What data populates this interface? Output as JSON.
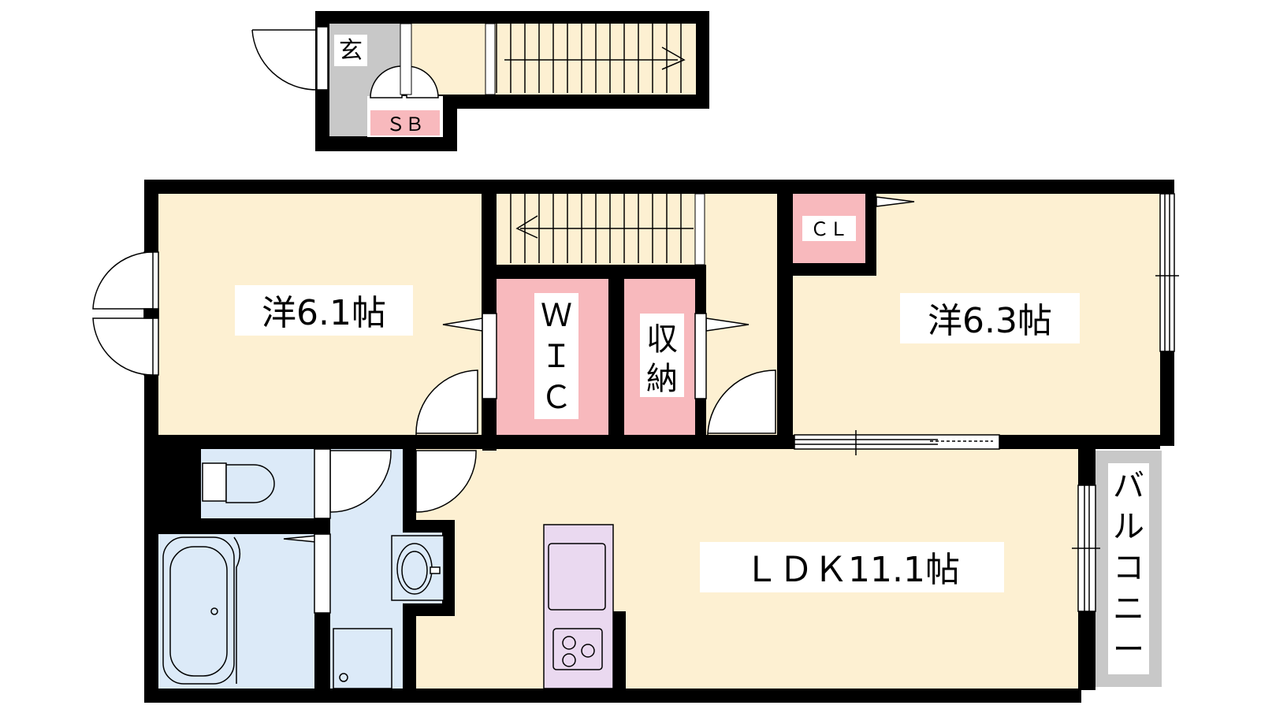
{
  "rooms": {
    "western_room_1": "洋6.1帖",
    "western_room_2": "洋6.3帖",
    "ldk": "ＬＤＫ11.1帖",
    "wic": [
      "Ｗ",
      "Ｉ",
      "Ｃ"
    ],
    "storage": [
      "収",
      "納"
    ],
    "closet": "ＣＬ",
    "shoe_box": "ＳＢ",
    "entrance": "玄",
    "balcony": [
      "バ",
      "ル",
      "コ",
      "ニ",
      "ー"
    ]
  },
  "colors": {
    "room_floor": "#fdf0d2",
    "wet_area": "#dceaf8",
    "storage": "#f8b9bd",
    "kitchen": "#ead9f0",
    "entrance_floor": "#c8c8c8",
    "wall": "#000000",
    "background": "#ffffff"
  }
}
